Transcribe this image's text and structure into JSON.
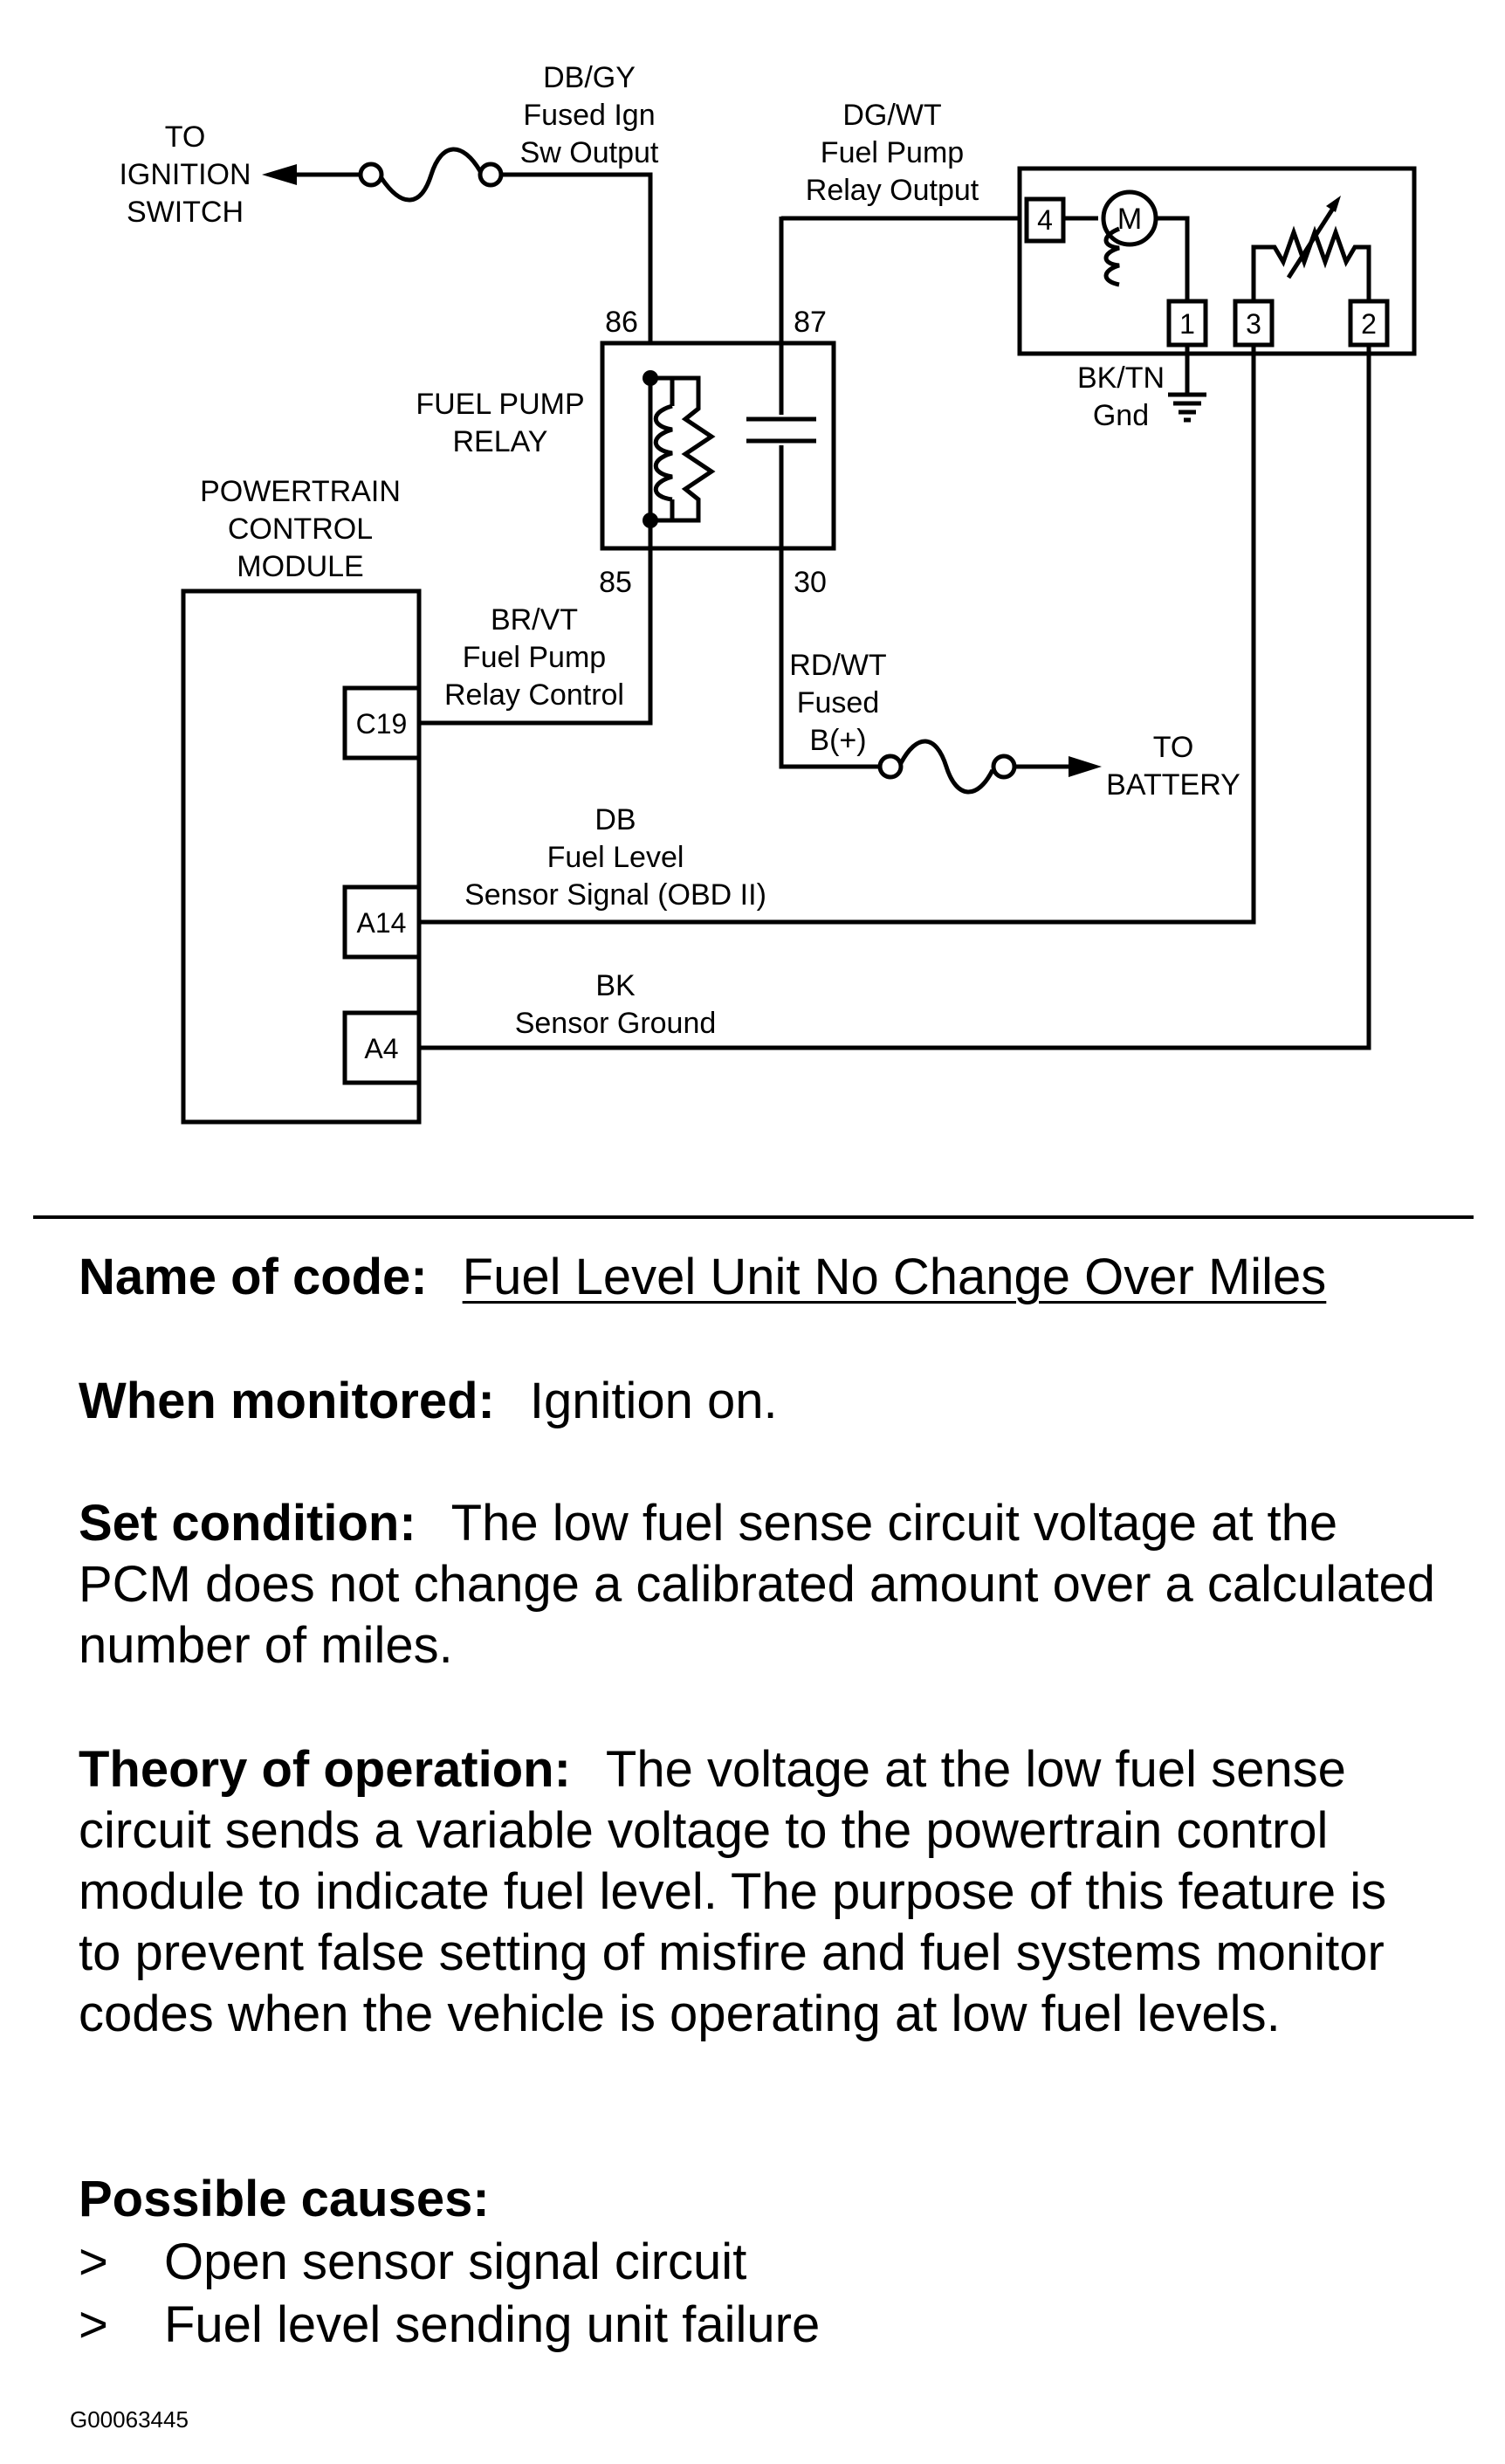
{
  "diagram": {
    "to_ignition": [
      "TO",
      "IGNITION",
      "SWITCH"
    ],
    "ign_wire": [
      "DB/GY",
      "Fused Ign",
      "Sw Output"
    ],
    "pump_wire": [
      "DG/WT",
      "Fuel Pump",
      "Relay Output"
    ],
    "relay_label": [
      "FUEL PUMP",
      "RELAY"
    ],
    "relay_pins": {
      "p86": "86",
      "p87": "87",
      "p85": "85",
      "p30": "30"
    },
    "pcm_label": [
      "POWERTRAIN",
      "CONTROL",
      "MODULE"
    ],
    "control_wire": [
      "BR/VT",
      "Fuel Pump",
      "Relay Control"
    ],
    "battery_wire": [
      "RD/WT",
      "Fused",
      "B(+)"
    ],
    "to_battery": [
      "TO",
      "BATTERY"
    ],
    "ground_label": [
      "BK/TN",
      "Gnd"
    ],
    "sender_pins": {
      "p4": "4",
      "p1": "1",
      "p3": "3",
      "p2": "2"
    },
    "motor_symbol": "M",
    "pcm_pins": {
      "c19": "C19",
      "a14": "A14",
      "a4": "A4"
    },
    "signal_wire": [
      "DB",
      "Fuel Level",
      "Sensor Signal (OBD II)"
    ],
    "sensor_ground_wire": [
      "BK",
      "Sensor Ground"
    ]
  },
  "code": {
    "name_label": "Name of code:",
    "name_value": "Fuel Level Unit No Change Over Miles",
    "monitored_label": "When monitored:",
    "monitored_value": "Ignition on.",
    "set_label": "Set condition:",
    "set_value": "The low fuel sense circuit voltage at the PCM does not change a calibrated amount over a calculated number of miles.",
    "theory_label": "Theory of operation:",
    "theory_value": "The voltage at the low fuel sense circuit sends a variable voltage to the powertrain control module to indicate fuel level. The purpose of this feature is to prevent false setting of misfire and fuel systems monitor codes when the vehicle is operating at low fuel levels.",
    "causes_label": "Possible causes:",
    "causes": [
      {
        "marker": ">",
        "text": "Open sensor signal circuit"
      },
      {
        "marker": ">",
        "text": "Fuel level sending unit failure"
      }
    ]
  },
  "figure_id": "G00063445"
}
